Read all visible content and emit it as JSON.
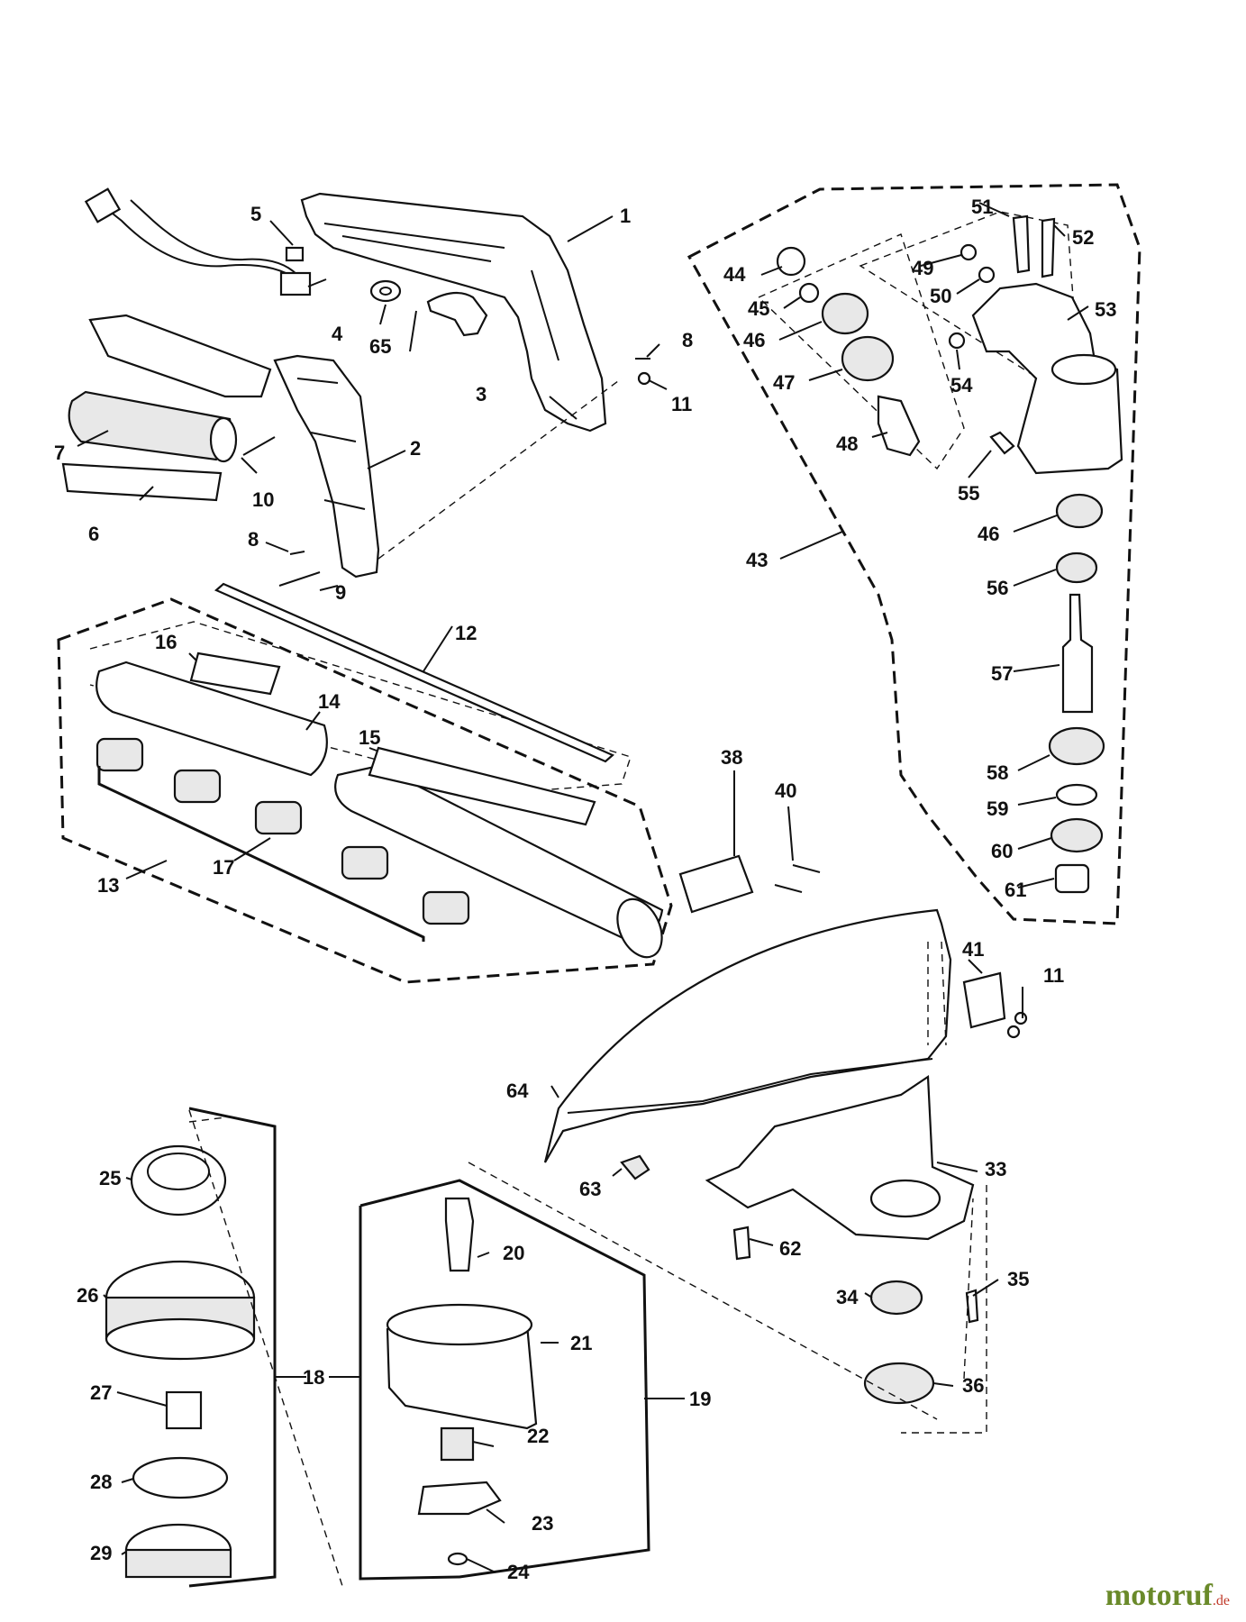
{
  "watermark": {
    "brand": "motoruf",
    "tld": ".de",
    "brand_color": "#6a8a2a",
    "tld_color": "#c03a2a"
  },
  "labels": {
    "p1": "1",
    "p2": "2",
    "p3": "3",
    "p4": "4",
    "p5": "5",
    "p6": "6",
    "p7": "7",
    "p8a": "8",
    "p8b": "8",
    "p9": "9",
    "p10": "10",
    "p11a": "11",
    "p11b": "11",
    "p12": "12",
    "p13": "13",
    "p14": "14",
    "p15": "15",
    "p16": "16",
    "p17": "17",
    "p18": "18",
    "p19": "19",
    "p20": "20",
    "p21": "21",
    "p22": "22",
    "p23": "23",
    "p24": "24",
    "p25": "25",
    "p26": "26",
    "p27": "27",
    "p28": "28",
    "p29": "29",
    "p33": "33",
    "p34": "34",
    "p35": "35",
    "p36": "36",
    "p38": "38",
    "p40": "40",
    "p41": "41",
    "p43": "43",
    "p44": "44",
    "p45": "45",
    "p46a": "46",
    "p46b": "46",
    "p47": "47",
    "p48": "48",
    "p49": "49",
    "p50": "50",
    "p51": "51",
    "p52": "52",
    "p53": "53",
    "p54": "54",
    "p55": "55",
    "p56": "56",
    "p57": "57",
    "p58": "58",
    "p59": "59",
    "p60": "60",
    "p61": "61",
    "p62": "62",
    "p63": "63",
    "p64": "64",
    "p65": "65"
  }
}
